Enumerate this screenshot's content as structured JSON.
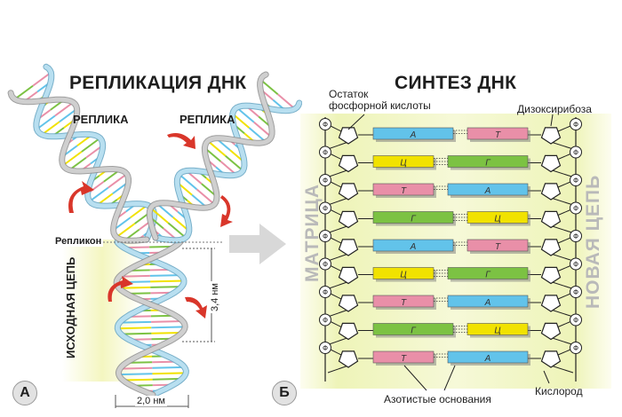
{
  "panel_a": {
    "letter": "А",
    "title": "РЕПЛИКАЦИЯ ДНК",
    "replica_left": "РЕПЛИКА",
    "replica_right": "РЕПЛИКА",
    "replicon": "Репликон",
    "parent_chain": "ИСХОДНАЯ ЦЕПЬ",
    "pitch": "3,4 нм",
    "width": "2,0 нм"
  },
  "panel_b": {
    "letter": "Б",
    "title": "СИНТЕЗ ДНК",
    "phosphate_line1": "Остаток",
    "phosphate_line2": "фосфорной кислоты",
    "deoxyribose": "Дизоксирибоза",
    "matrix": "МАТРИЦА",
    "new_chain": "НОВАЯ ЦЕПЬ",
    "bases": "Азотистые основания",
    "oxygen": "Кислород",
    "phosphate_symbol": "Ф",
    "pairs": [
      {
        "left": "А",
        "right": "Т"
      },
      {
        "left": "Ц",
        "right": "Г"
      },
      {
        "left": "Т",
        "right": "А"
      },
      {
        "left": "Г",
        "right": "Ц"
      },
      {
        "left": "А",
        "right": "Т"
      },
      {
        "left": "Ц",
        "right": "Г"
      },
      {
        "left": "Т",
        "right": "А"
      },
      {
        "left": "Г",
        "right": "Ц"
      },
      {
        "left": "Т",
        "right": "А"
      }
    ]
  },
  "colors": {
    "A": "#62c3ea",
    "T": "#e98fa8",
    "G": "#7cc243",
    "C": "#f1e200",
    "strand": "#b8dff0",
    "strand_edge": "#6aa7c4",
    "arrow": "#d9362a",
    "matrix_bg": "#eef4b8"
  }
}
